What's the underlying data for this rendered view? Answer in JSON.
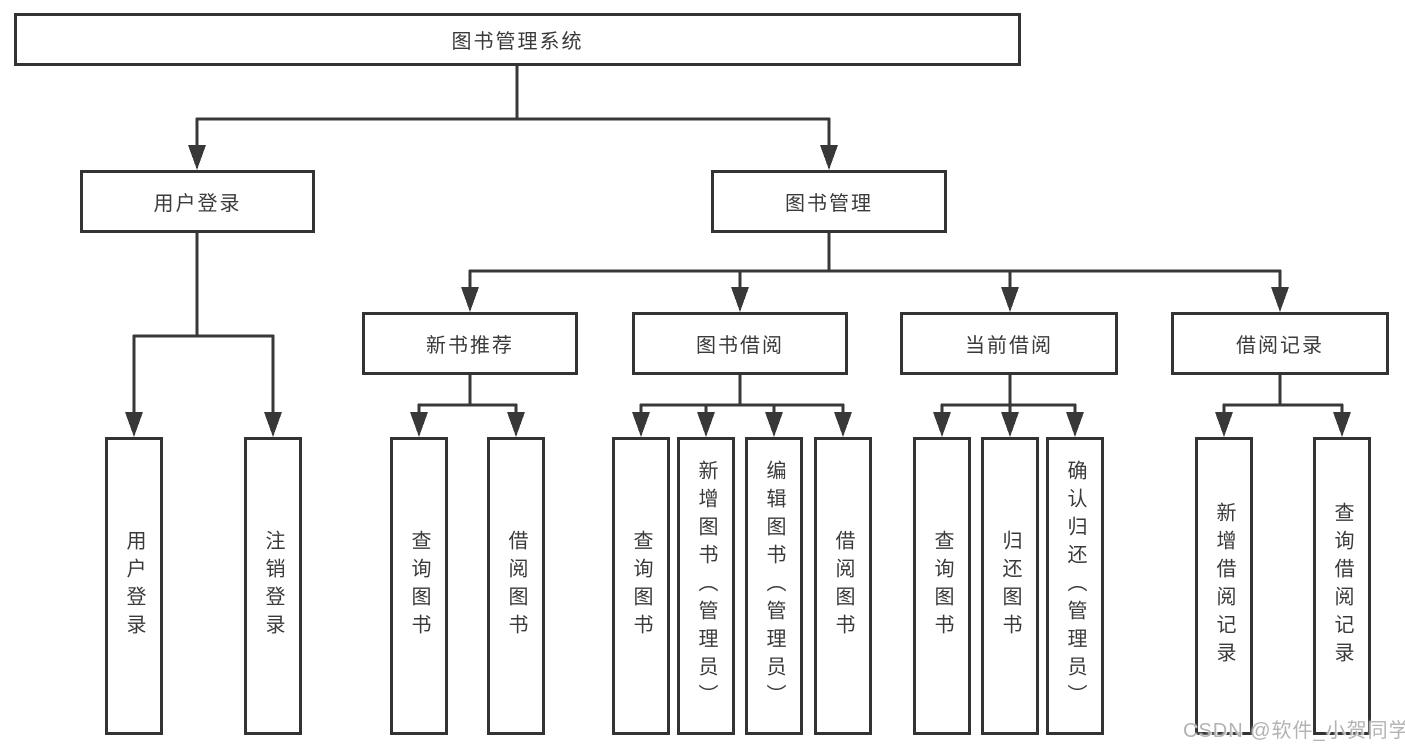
{
  "watermark": "CSDN @软件_小贺同学",
  "colors": {
    "line": "#383838",
    "box_border": "#333333",
    "text": "#3a3a3a",
    "watermark": "#b3b3b3",
    "background": "#ffffff"
  },
  "tree": {
    "root": {
      "label": "图书管理系统",
      "children": [
        {
          "label": "用户登录",
          "children": [
            {
              "label": "用户登录"
            },
            {
              "label": "注销登录"
            }
          ]
        },
        {
          "label": "图书管理",
          "children": [
            {
              "label": "新书推荐",
              "children": [
                {
                  "label": "查询图书"
                },
                {
                  "label": "借阅图书"
                }
              ]
            },
            {
              "label": "图书借阅",
              "children": [
                {
                  "label": "查询图书"
                },
                {
                  "label": "新增图书（管理员）"
                },
                {
                  "label": "编辑图书（管理员）"
                },
                {
                  "label": "借阅图书"
                }
              ]
            },
            {
              "label": "当前借阅",
              "children": [
                {
                  "label": "查询图书"
                },
                {
                  "label": "归还图书"
                },
                {
                  "label": "确认归还（管理员）"
                }
              ]
            },
            {
              "label": "借阅记录",
              "children": [
                {
                  "label": "新增借阅记录"
                },
                {
                  "label": "查询借阅记录"
                }
              ]
            }
          ]
        }
      ]
    }
  }
}
